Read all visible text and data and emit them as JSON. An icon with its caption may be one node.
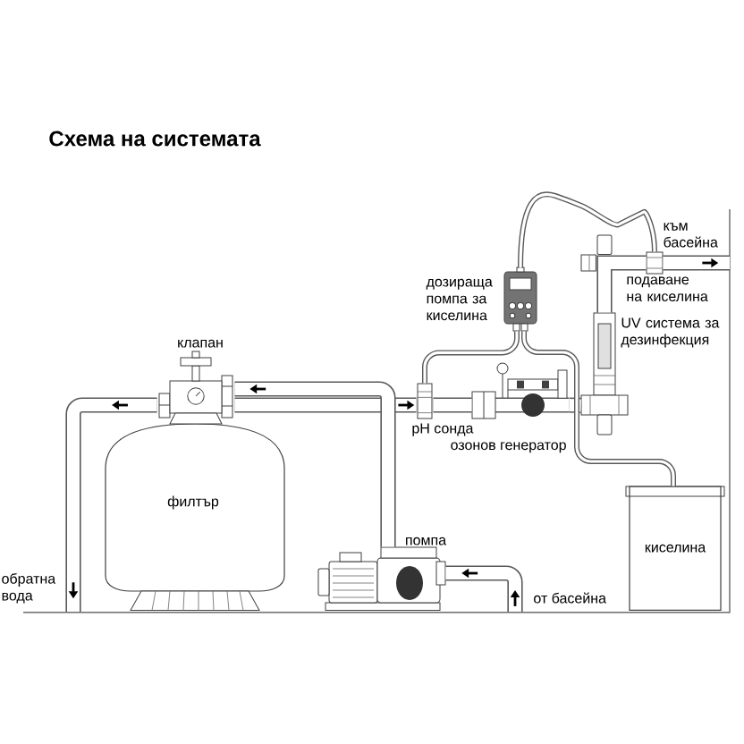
{
  "diagram": {
    "title": "Схема на системата",
    "nodes": [
      {
        "text": [
          "към басейна"
        ]
      },
      {
        "text": [
          "дозираща помпа за киселина"
        ]
      },
      {
        "text": [
          "подаване на киселина"
        ]
      },
      {
        "text": [
          "UV система за дезинфекция"
        ]
      },
      {
        "text": [
          "клапан"
        ]
      },
      {
        "text": [
          "pH сонда"
        ]
      },
      {
        "text": [
          "озонов генератор"
        ]
      },
      {
        "text": [
          "филтър"
        ]
      },
      {
        "text": [
          "помпа"
        ]
      },
      {
        "text": [
          "киселина"
        ]
      },
      {
        "text": [
          "обратна вода"
        ]
      },
      {
        "text": [
          "от басейна"
        ]
      }
    ],
    "edges": [
      {
        "from": 11,
        "to": 8,
        "arrow": "to"
      },
      {
        "from": 4,
        "to": 5,
        "arrow": "to"
      },
      {
        "from": 8,
        "to": 4,
        "arrow": "to"
      },
      {
        "from": 4,
        "to": 10,
        "arrow": "to"
      },
      {
        "from": 5,
        "to": 6,
        "arrow": "none"
      },
      {
        "from": 6,
        "to": 3,
        "arrow": "none"
      },
      {
        "from": 3,
        "to": 2,
        "arrow": "none"
      },
      {
        "from": 2,
        "to": 0,
        "arrow": "to"
      },
      {
        "from": 5,
        "to": 1,
        "arrow": "none"
      },
      {
        "from": 9,
        "to": 1,
        "arrow": "none"
      },
      {
        "from": 1,
        "to": 2,
        "arrow": "none"
      }
    ]
  }
}
